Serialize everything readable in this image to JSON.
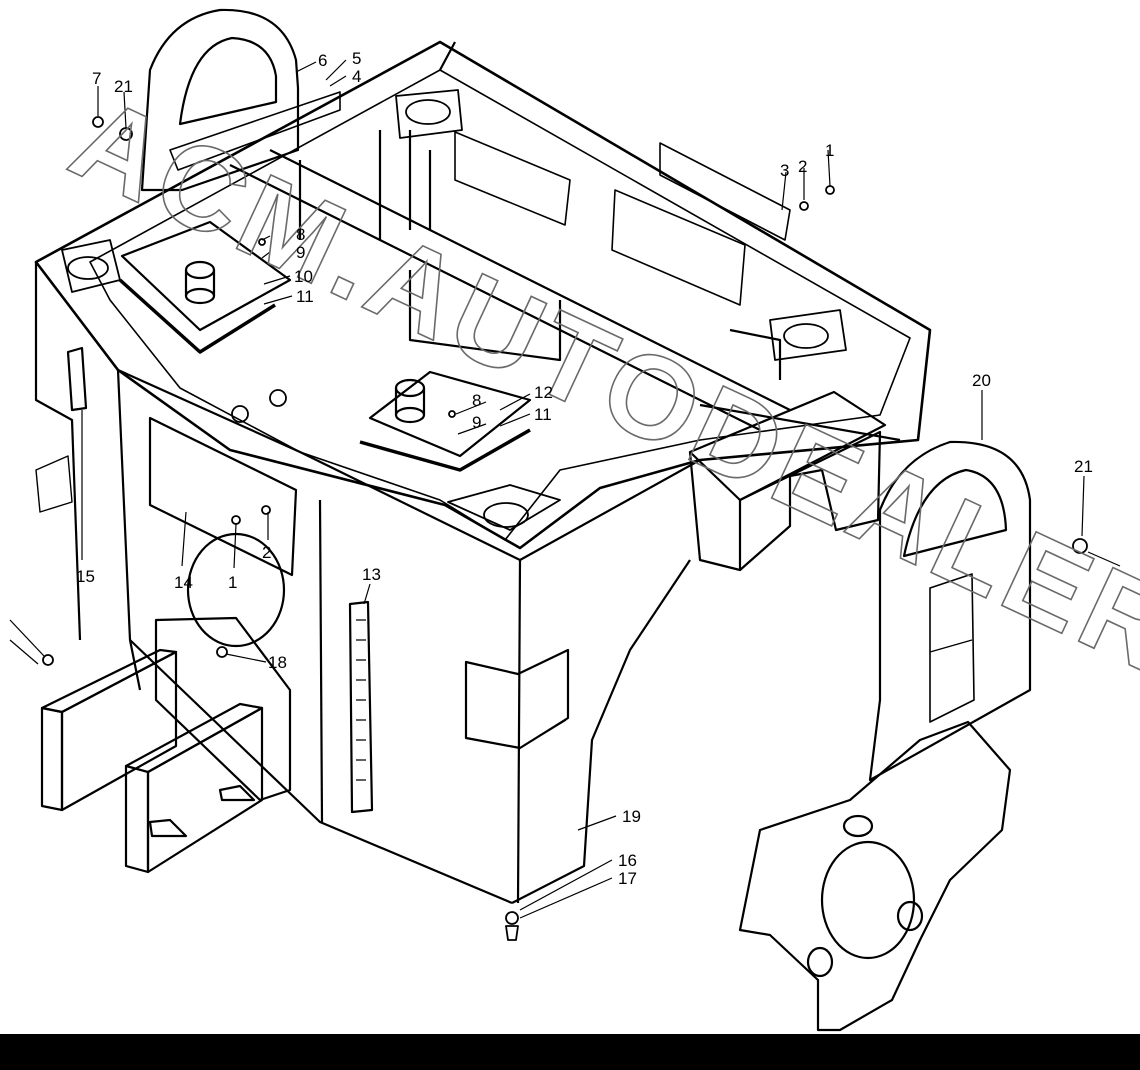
{
  "watermark": "ACM.AUTODEALER.RU",
  "callouts": {
    "c1a": "1",
    "c2a": "2",
    "c3": "3",
    "c4": "4",
    "c5": "5",
    "c6": "6",
    "c7": "7",
    "c21a": "21",
    "c8a": "8",
    "c9a": "9",
    "c10": "10",
    "c11a": "11",
    "c12": "12",
    "c8b": "8",
    "c9b": "9",
    "c11b": "11",
    "c20": "20",
    "c21b": "21",
    "c15": "15",
    "c14": "14",
    "c2b": "2",
    "c1b": "1",
    "c13": "13",
    "c18": "18",
    "c19": "19",
    "c16": "16",
    "c17": "17"
  },
  "colors": {
    "ink": "#000000",
    "paper": "#ffffff",
    "watermark": "#6a6a6a"
  }
}
